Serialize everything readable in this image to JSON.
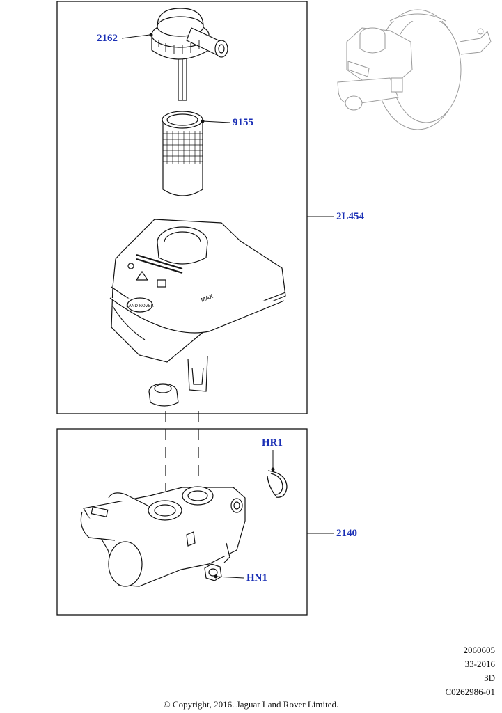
{
  "callouts": {
    "cap": "2162",
    "filter": "9155",
    "reservoir_kit": "2L454",
    "retaining_clip": "HR1",
    "master_cylinder": "2140",
    "nut": "HN1"
  },
  "reference": {
    "code1": "2060605",
    "code2": "33-2016",
    "view": "3D",
    "illustration_id": "C0262986-01"
  },
  "copyright": "© Copyright, 2016. Jaguar Land Rover Limited.",
  "logo_text": "LAND ROVER",
  "reservoir_marking": "MAX",
  "colors": {
    "callout": "#1a2fb5",
    "line": "#111111",
    "ghost": "#9a9a9a"
  }
}
